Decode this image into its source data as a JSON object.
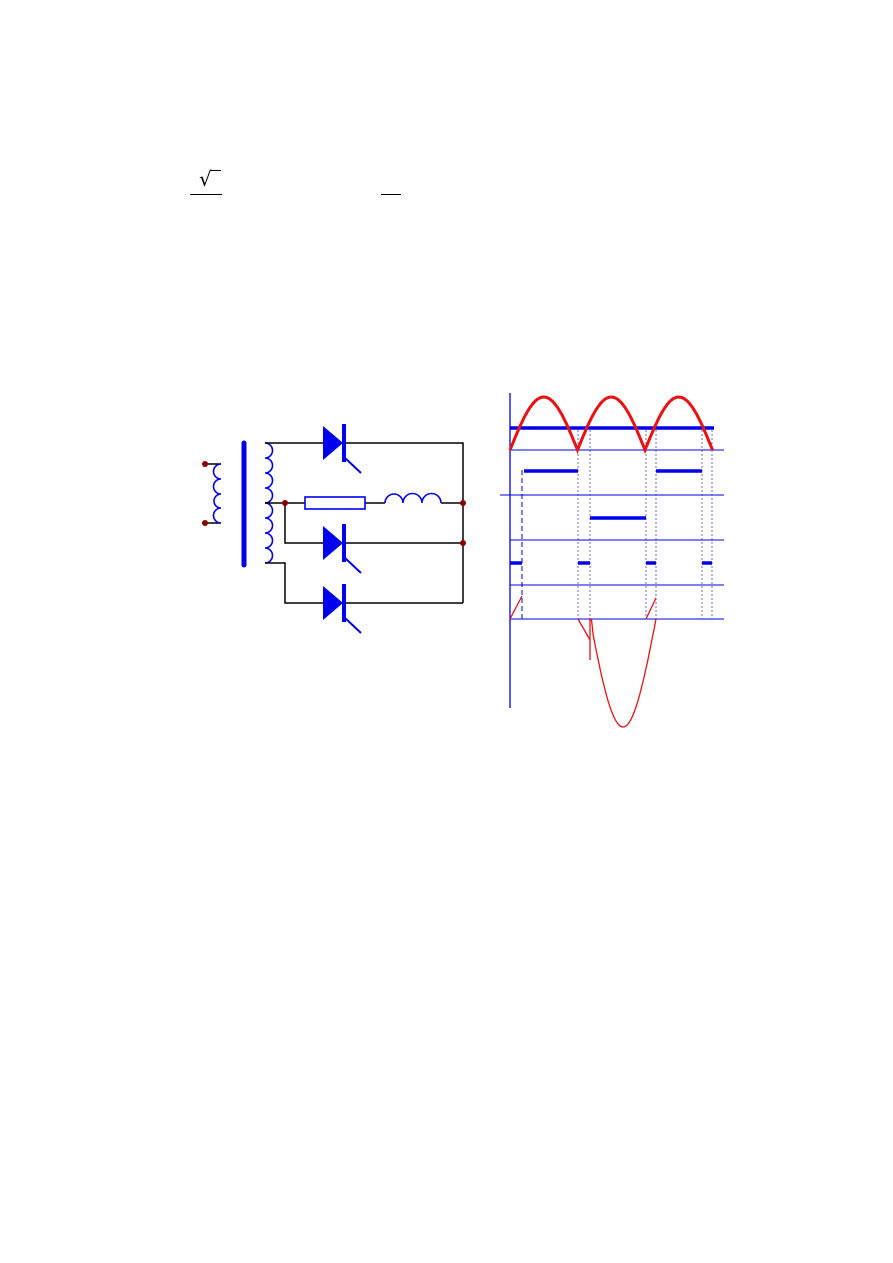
{
  "formula": {
    "sqrt_symbol": "√"
  },
  "colors": {
    "wire": "#000000",
    "component": "#0000ee",
    "node": "#8b0000",
    "voltage_wave": "#ee1111",
    "current_level": "#0000ee",
    "grid_dotted": "#4444dd"
  },
  "circuit": {
    "components": [
      "transformer-primary",
      "transformer-core",
      "transformer-secondary",
      "thyristor-1",
      "thyristor-2",
      "thyristor-3",
      "load-resistor",
      "load-inductor"
    ]
  },
  "waveforms": {
    "rectified_voltage_peaks": 3,
    "traces": [
      "output-voltage",
      "dc-level",
      "thyristor-current-1",
      "thyristor-current-2",
      "thyristor-current-3",
      "thyristor-voltage"
    ]
  }
}
